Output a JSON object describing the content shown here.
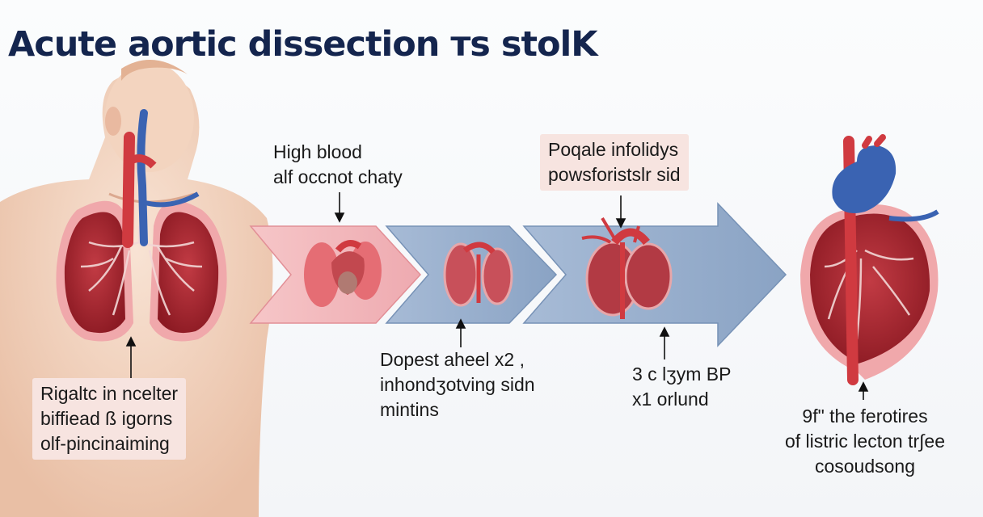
{
  "title": "Acute aortic dissection тs stolK",
  "labels": {
    "stage_1": [
      "Rigaltc in ncelter",
      "biffiead ß igorns",
      "olf-pincinaiming"
    ],
    "stage_2_top": [
      "High blood",
      "alf occnot chaty"
    ],
    "stage_2_bottom": [
      "Dopest aheel x2 ,",
      "inhondʒotving sidn",
      "mintins"
    ],
    "stage_3_top": [
      "Poqale infolidys",
      "powsforistslr sid"
    ],
    "stage_3_bottom": [
      "3 c lʒym BP",
      "x1 orlund"
    ],
    "stage_4": [
      "9fʺ the ferotires",
      "of listric lecton tr∫ee",
      "cosoudsong"
    ]
  },
  "colors": {
    "title": "#14254e",
    "arrow_pink": "#f2b5b9",
    "arrow_blue": "#93abc9",
    "lung_red": "#a8252f",
    "vessel_blue": "#3a63b2",
    "aorta_red": "#d03a40",
    "skin": "#f5d9c6"
  },
  "icons": [
    "human-torso-illustration",
    "lung-heart-illustration",
    "heart-illustration"
  ]
}
